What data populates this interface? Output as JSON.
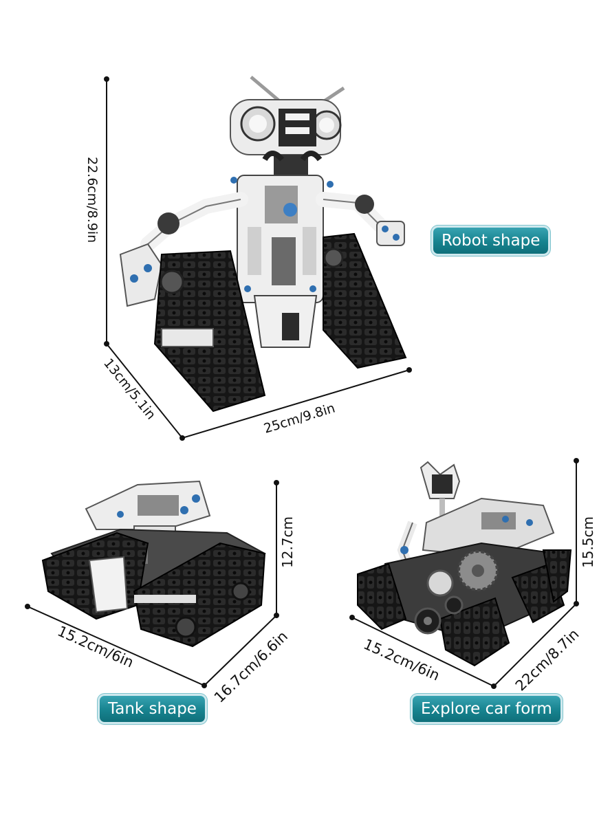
{
  "robot": {
    "label": "Robot shape",
    "height": "22.6cm/8.9in",
    "depth": "13cm/5.1in",
    "width": "25cm/9.8in"
  },
  "tank": {
    "label": "Tank shape",
    "height": "12.7cm",
    "length": "15.2cm/6in",
    "width": "16.7cm/6.6in"
  },
  "car": {
    "label": "Explore car form",
    "height": "15.5cm",
    "length": "15.2cm/6in",
    "width": "22cm/8.7in"
  },
  "colors": {
    "badge": "#17838f",
    "track": "#1a1a1a",
    "brick": "#e9eaec",
    "accent": "#2f6fb0"
  }
}
